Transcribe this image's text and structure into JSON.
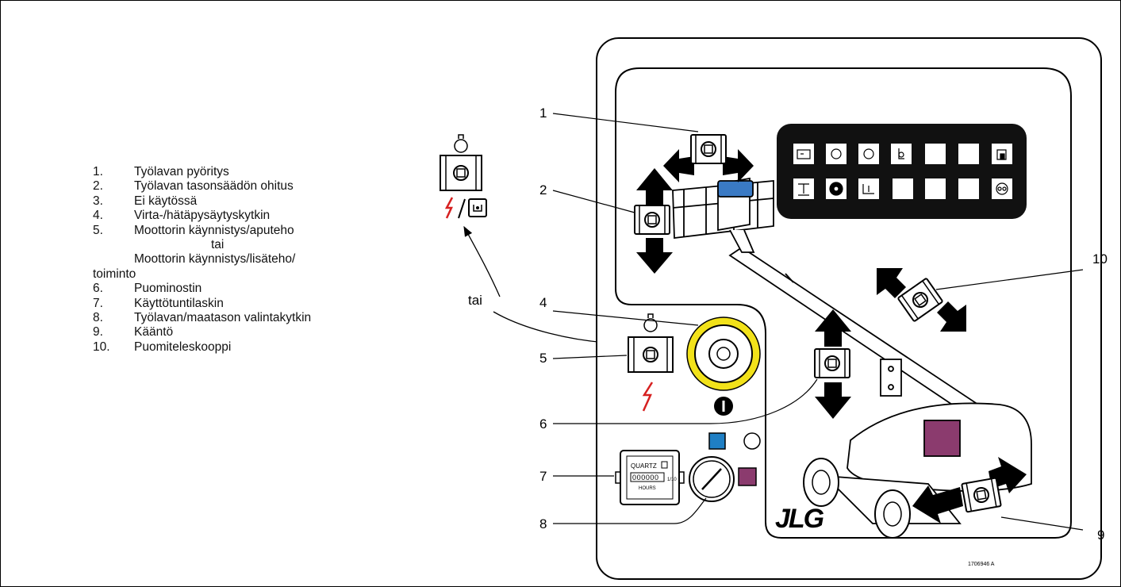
{
  "legend": {
    "items": [
      {
        "num": "1.",
        "text": "Työlavan pyöritys"
      },
      {
        "num": "2.",
        "text": "Työlavan tasonsäädön ohitus"
      },
      {
        "num": "3.",
        "text": "Ei käytössä"
      },
      {
        "num": "4.",
        "text": "Virta-/hätäpysäytyskytkin"
      },
      {
        "num": "5.",
        "text": "Moottorin käynnistys/aputeho",
        "or": "tai",
        "text2": "Moottorin käynnistys/lisäteho/",
        "text3": "toiminto"
      },
      {
        "num": "6.",
        "text": "Puominostin"
      },
      {
        "num": "7.",
        "text": "Käyttötuntilaskin"
      },
      {
        "num": "8.",
        "text": "Työlavan/maatason valintakytkin"
      },
      {
        "num": "9.",
        "text": "Kääntö"
      },
      {
        "num": "10.",
        "text": "Puomiteleskooppi"
      }
    ]
  },
  "diagram": {
    "callouts": [
      "1",
      "2",
      "4",
      "5",
      "6",
      "7",
      "8",
      "9",
      "10"
    ],
    "or_label": "tai",
    "hour_meter": {
      "brand": "QUARTZ",
      "digits": "000000",
      "unit": "HOURS",
      "fraction": "1/10"
    },
    "logo": "JLG",
    "part_number": "1706946 A",
    "colors": {
      "yellow_ring": "#f2e21a",
      "blue_button": "#1f7fc4",
      "purple_button": "#8b3b6e",
      "red_bolt": "#d62020",
      "console": "#111111"
    }
  }
}
